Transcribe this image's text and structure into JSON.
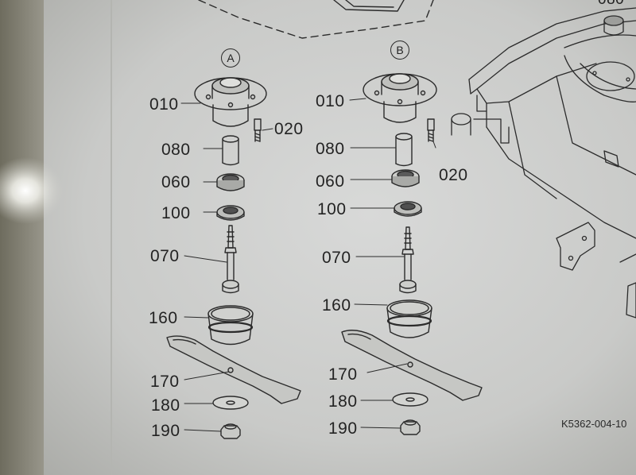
{
  "assemblies": [
    {
      "id": "A",
      "parts": [
        {
          "number": "010"
        },
        {
          "number": "020"
        },
        {
          "number": "080"
        },
        {
          "number": "060"
        },
        {
          "number": "100"
        },
        {
          "number": "070"
        },
        {
          "number": "160"
        },
        {
          "number": "170"
        },
        {
          "number": "180"
        },
        {
          "number": "190"
        }
      ]
    },
    {
      "id": "B",
      "parts": [
        {
          "number": "010"
        },
        {
          "number": "080"
        },
        {
          "number": "020"
        },
        {
          "number": "060"
        },
        {
          "number": "100"
        },
        {
          "number": "070"
        },
        {
          "number": "160"
        },
        {
          "number": "170"
        },
        {
          "number": "180"
        },
        {
          "number": "190"
        }
      ]
    }
  ],
  "top_right_partial_label": "080",
  "document_id": "K5362-004-10"
}
